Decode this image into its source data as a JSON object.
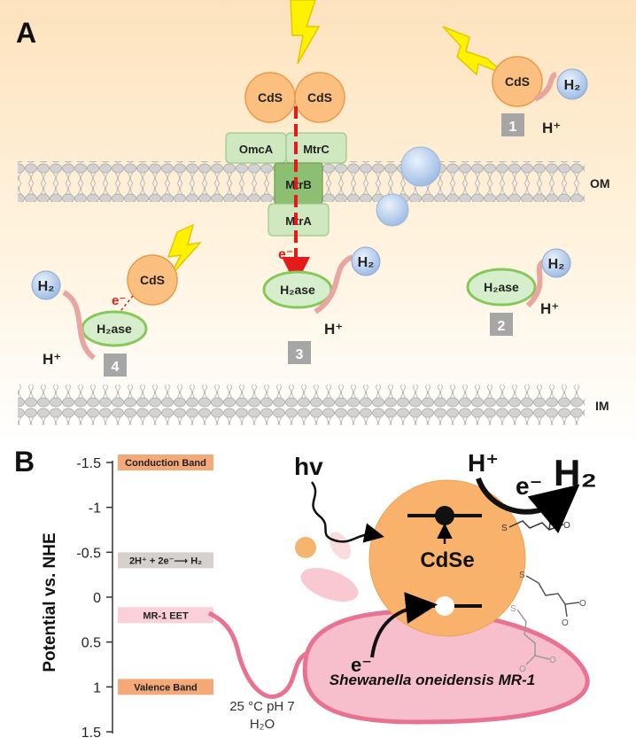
{
  "panel_a": {
    "label": "A",
    "om_label": "OM",
    "im_label": "IM",
    "cds": "CdS",
    "omca": "OmcA",
    "mtrc": "MtrC",
    "mtrb": "MtrB",
    "mtra": "MtrA",
    "h2ase": "H₂ase",
    "h2": "H₂",
    "hplus": "H⁺",
    "electron": "e⁻",
    "pathways": [
      "1",
      "2",
      "3",
      "4"
    ]
  },
  "panel_b": {
    "label": "B",
    "y_axis_label": "Potential vs. NHE",
    "y_ticks": [
      "-1.5",
      "-1",
      "-0.5",
      "0",
      "0.5",
      "1",
      "1.5"
    ],
    "energy_levels": [
      {
        "label": "Conduction Band",
        "potential": -1.5,
        "color": "#f6a978"
      },
      {
        "label": "2H⁺ + 2e⁻⟶ H₂",
        "potential": -0.41,
        "color": "#d8d0cc"
      },
      {
        "label": "MR-1 EET",
        "potential": 0.2,
        "color": "#fbd0d8"
      },
      {
        "label": "Valence Band",
        "potential": 1.0,
        "color": "#f6a978"
      }
    ],
    "hv": "hv",
    "hplus": "H⁺",
    "electron": "e⁻",
    "h2": "H₂",
    "cdse": "CdSe",
    "organism": "Shewanella oneidensis MR-1",
    "conditions_line1": "25 °C pH 7",
    "conditions_line2": "H₂O"
  }
}
